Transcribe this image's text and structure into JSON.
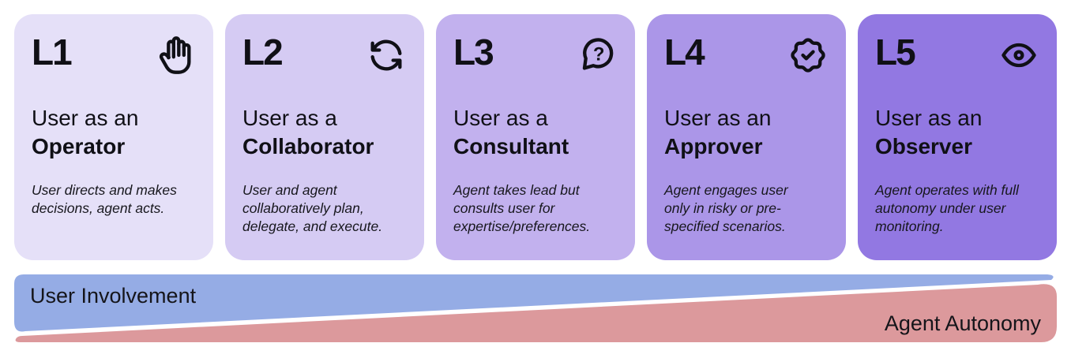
{
  "cards": [
    {
      "level": "L1",
      "icon": "hand-icon",
      "title_prefix": "User as an",
      "role": "Operator",
      "description": "User directs and makes decisions, agent acts.",
      "bg": "#e5e0f8"
    },
    {
      "level": "L2",
      "icon": "sync-arrows-icon",
      "title_prefix": "User as a",
      "role": "Collaborator",
      "description": "User and agent collaboratively plan, delegate, and execute.",
      "bg": "#d5cbf3"
    },
    {
      "level": "L3",
      "icon": "question-chat-icon",
      "title_prefix": "User as a",
      "role": "Consultant",
      "description": "Agent takes lead but consults user for expertise/preferences.",
      "bg": "#c2b1ee"
    },
    {
      "level": "L4",
      "icon": "badge-check-icon",
      "title_prefix": "User as an",
      "role": "Approver",
      "description": "Agent engages user only in risky or pre-specified scenarios.",
      "bg": "#ab96e8"
    },
    {
      "level": "L5",
      "icon": "eye-icon",
      "title_prefix": "User as an",
      "role": "Observer",
      "description": "Agent operates with full autonomy under user monitoring.",
      "bg": "#9278e2"
    }
  ],
  "spectrum": {
    "left_label": "User Involvement",
    "right_label": "Agent Autonomy",
    "left_color": "#95ace5",
    "right_color": "#dc999c"
  },
  "colors": {
    "background": "#ffffff",
    "text": "#131318"
  }
}
